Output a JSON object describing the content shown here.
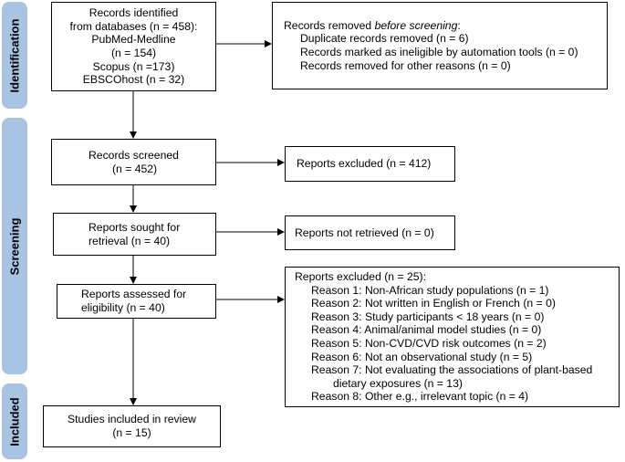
{
  "phases": {
    "identification": "Identification",
    "screening": "Screening",
    "included": "Included"
  },
  "identified": {
    "line1": "Records identified",
    "line2": "from databases (n = 458):",
    "line3": "PubMed-Medline",
    "line4": "(n = 154)",
    "line5": "Scopus (n =173)",
    "line6": "EBSCOhost (n = 32)"
  },
  "removed": {
    "heading_prefix": "Records removed ",
    "heading_italic": "before screening",
    "heading_suffix": ":",
    "items": [
      "Duplicate records removed  (n = 6)",
      "Records marked as ineligible by automation tools (n = 0)",
      "Records removed for other reasons (n = 0)"
    ]
  },
  "screened": {
    "line1": "Records screened",
    "line2": "(n = 452)"
  },
  "excluded1": {
    "text": "Reports excluded (n = 412)"
  },
  "sought": {
    "line1": "Reports sought for",
    "line2": "retrieval (n = 40)"
  },
  "not_retrieved": {
    "text": "Reports not retrieved (n = 0)"
  },
  "assessed": {
    "line1": "Reports assessed for",
    "line2": "eligibility (n = 40)"
  },
  "excluded2": {
    "heading": "Reports excluded (n = 25):",
    "reasons": [
      "Reason 1: Non-African study populations (n = 1)",
      "Reason 2: Not written in English or French (n = 0)",
      "Reason 3: Study participants < 18 years (n = 0)",
      "Reason 4: Animal/animal model studies (n = 0)",
      "Reason 5: Non-CVD/CVD risk outcomes (n = 2)",
      "Reason 6: Not an observational study (n = 5)",
      "Reason 7: Not evaluating the associations of plant-based",
      "dietary exposures (n = 13)",
      "Reason 8: Other e.g., irrelevant topic (n = 4)"
    ]
  },
  "included": {
    "line1": "Studies included in review",
    "line2": "(n = 15)"
  }
}
